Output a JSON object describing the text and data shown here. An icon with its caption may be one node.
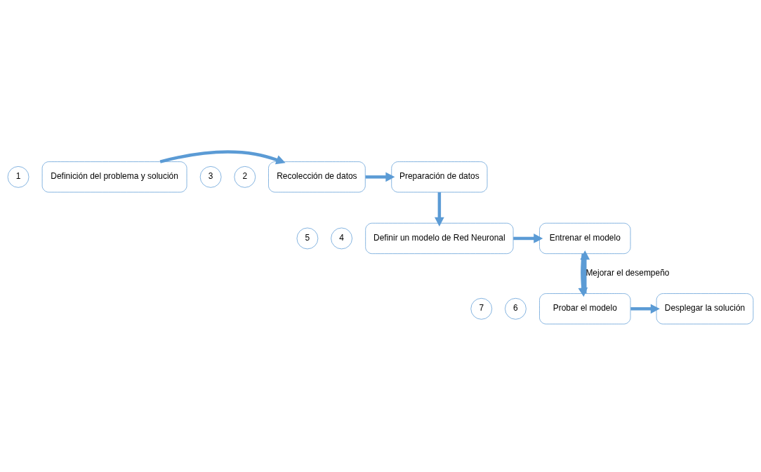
{
  "diagram": {
    "nodes": [
      {
        "text": [
          "1"
        ]
      },
      {
        "text": [
          "Definición del problema y solución"
        ]
      },
      {
        "text": [
          "2"
        ]
      },
      {
        "text": [
          "Recolección de datos"
        ]
      },
      {
        "text": [
          "3"
        ]
      },
      {
        "text": [
          "Preparación de datos"
        ]
      },
      {
        "text": [
          "4"
        ]
      },
      {
        "text": [
          "Definir un modelo de Red Neuronal"
        ]
      },
      {
        "text": [
          "5"
        ]
      },
      {
        "text": [
          "Entrenar el modelo"
        ]
      },
      {
        "text": [
          "6"
        ]
      },
      {
        "text": [
          "Probar el modelo"
        ]
      },
      {
        "text": [
          "7"
        ]
      },
      {
        "text": [
          "Desplegar la solución"
        ]
      }
    ],
    "edges": [
      {
        "from": 1,
        "to": 3,
        "arrow": "to"
      },
      {
        "from": 3,
        "to": 5,
        "arrow": "to"
      },
      {
        "from": 5,
        "to": 7,
        "arrow": "to"
      },
      {
        "from": 7,
        "to": 9,
        "arrow": "to"
      },
      {
        "from": 9,
        "to": 11,
        "arrow": "to"
      },
      {
        "from": 11,
        "to": 9,
        "arrow": "to",
        "label": "Mejorar el desempeño"
      },
      {
        "from": 11,
        "to": 13,
        "arrow": "to"
      }
    ]
  }
}
